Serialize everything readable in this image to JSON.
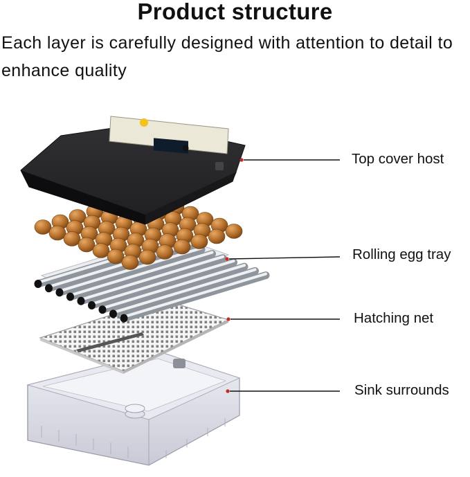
{
  "header": {
    "title": "Product structure",
    "subtitle": "Each layer is carefully designed with attention to detail to enhance quality"
  },
  "callouts": [
    {
      "label": "Top cover host"
    },
    {
      "label": "Rolling egg tray"
    },
    {
      "label": "Hatching net"
    },
    {
      "label": "Sink surrounds"
    }
  ],
  "colors": {
    "cover": "#1c1c1e",
    "egg": "#b8732e",
    "roller": "#c9cdd2",
    "net": "#f4f4f4",
    "basin": "#dcdde6",
    "pointer_dot": "#c62828"
  },
  "layers": {
    "egg_rows": 7,
    "eggs_per_row": 7,
    "roller_count": 9
  }
}
